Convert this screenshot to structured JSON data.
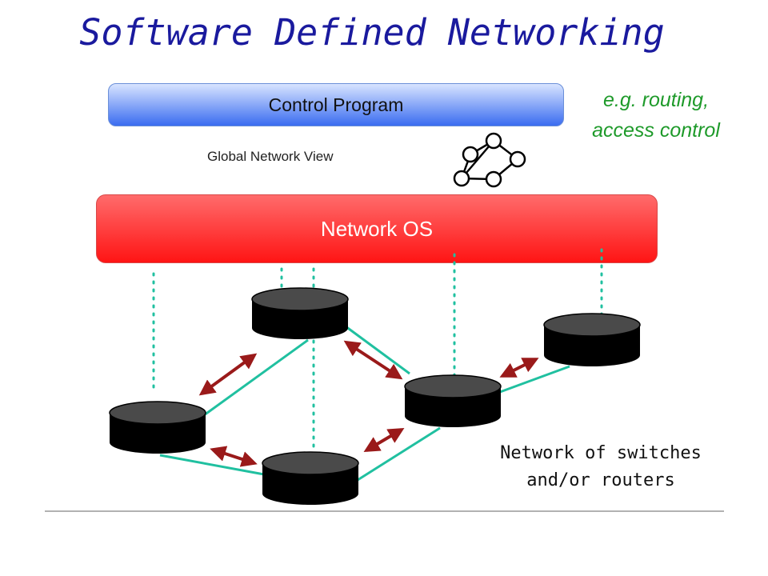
{
  "title": "Software Defined Networking",
  "control_program": {
    "label": "Control Program"
  },
  "example_note": {
    "line1": "e.g. routing,",
    "line2": "access control"
  },
  "global_view": {
    "label": "Global Network View"
  },
  "network_os": {
    "label": "Network OS"
  },
  "network_caption": {
    "line1": "Network of switches",
    "line2": "and/or routers"
  },
  "colors": {
    "title": "#1a1a9e",
    "note": "#1e9a2a",
    "link": "#20c0a0",
    "arrow": "#9a1a1a",
    "dotted": "#20c0a0",
    "network_os": "#ff2020",
    "control_program": "#3a6cf0"
  }
}
